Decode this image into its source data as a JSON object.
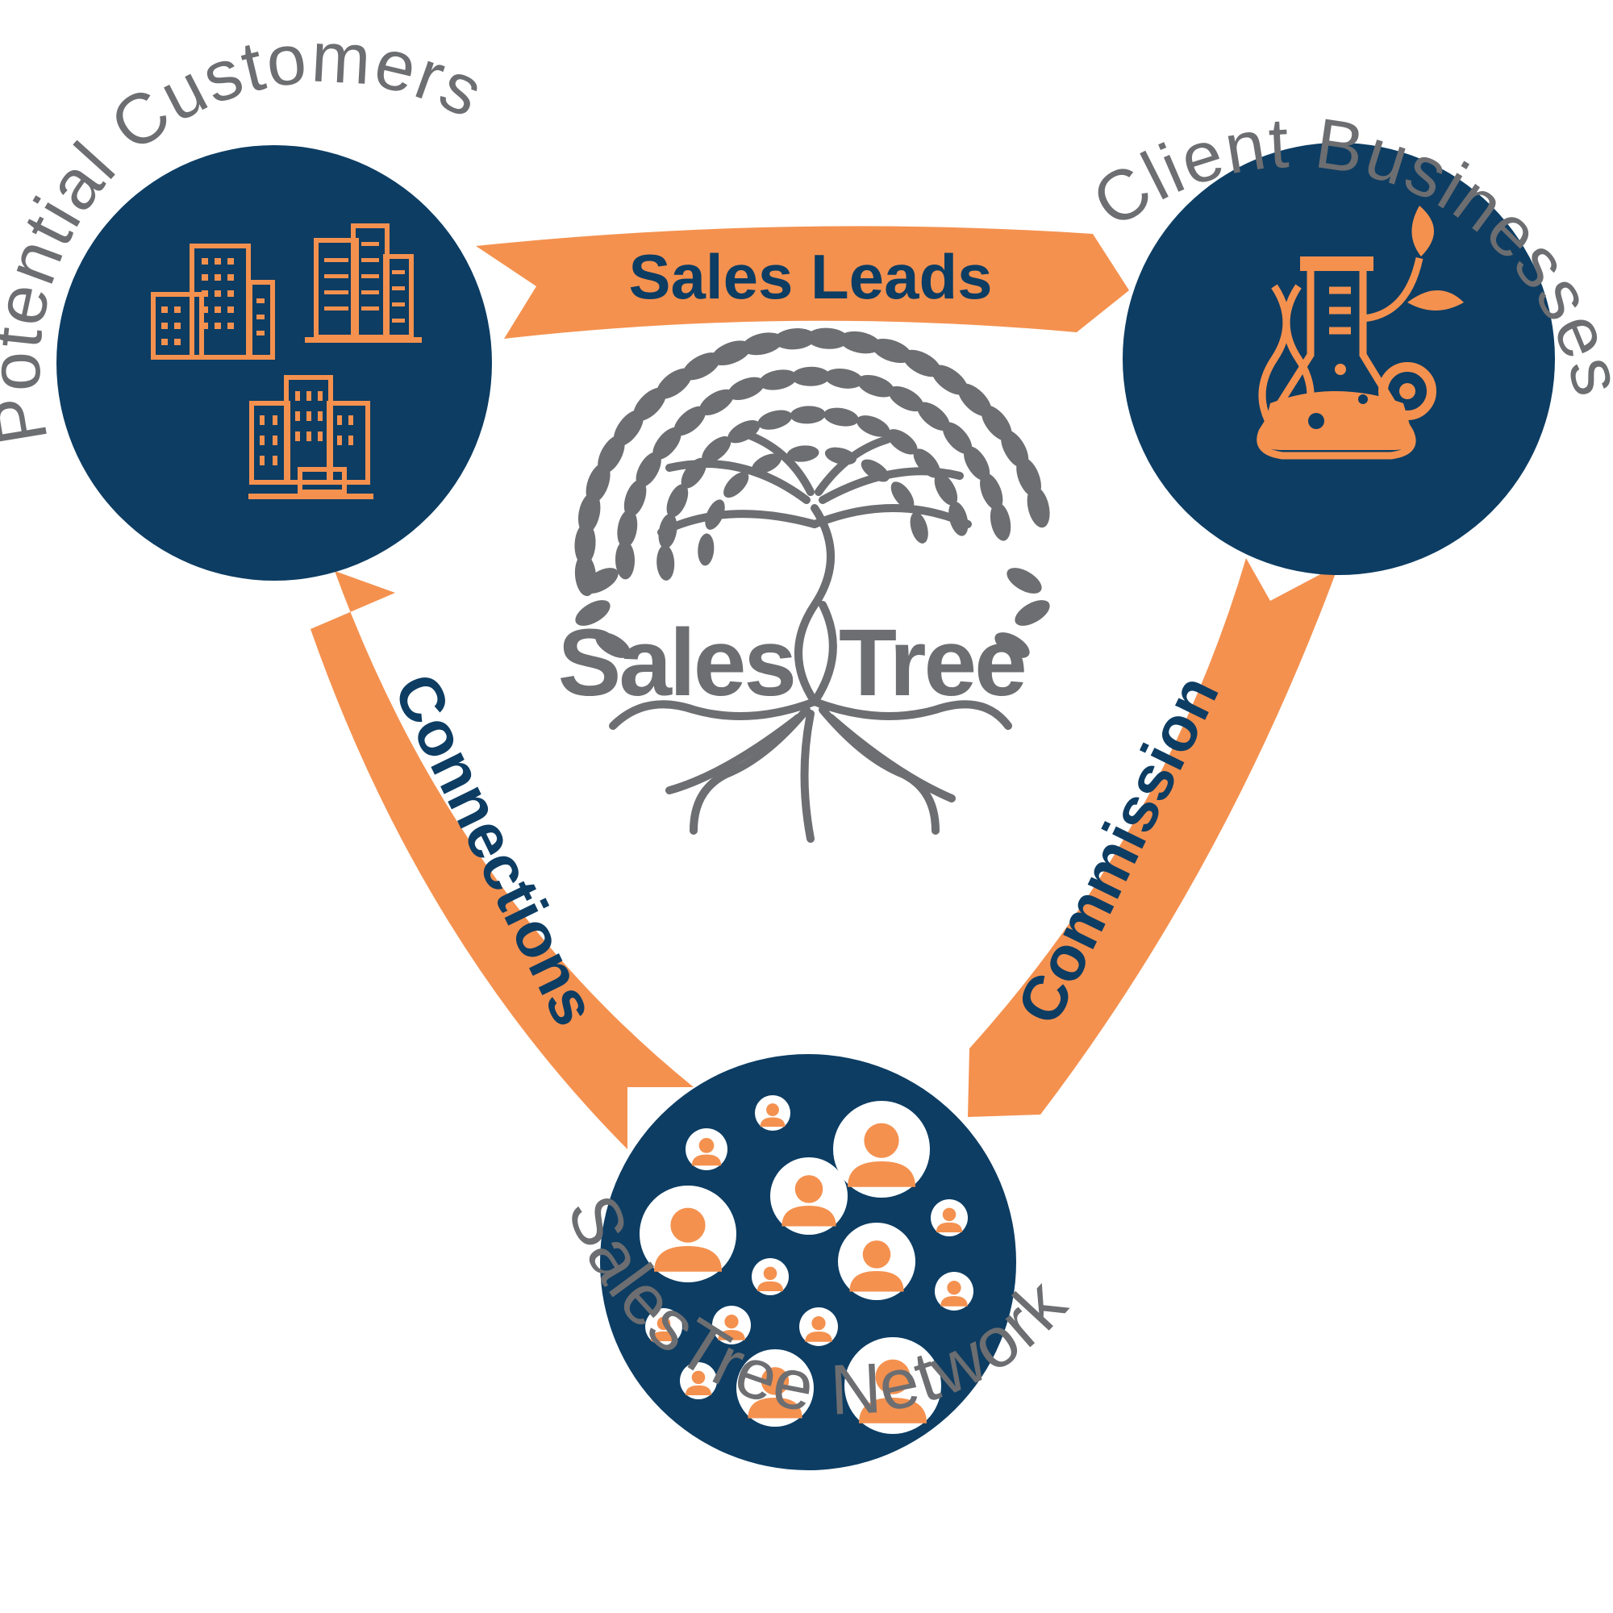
{
  "colors": {
    "navy": "#0d3d63",
    "orange": "#f4914f",
    "gray": "#6d6e71",
    "white": "#ffffff"
  },
  "nodes": {
    "customers": {
      "label": "Potential Customers",
      "icon": "office-buildings-icon"
    },
    "clients": {
      "label": "Client Businesses",
      "icon": "lab-flask-dna-icon"
    },
    "network": {
      "label": "SalesTree Network",
      "icon": "people-network-icon"
    }
  },
  "flows": {
    "sales_leads": "Sales Leads",
    "commission": "Commission",
    "connections": "Connections"
  },
  "logo": {
    "word1": "Sales",
    "word2": "Tree",
    "icon": "tree-with-roots-icon"
  }
}
